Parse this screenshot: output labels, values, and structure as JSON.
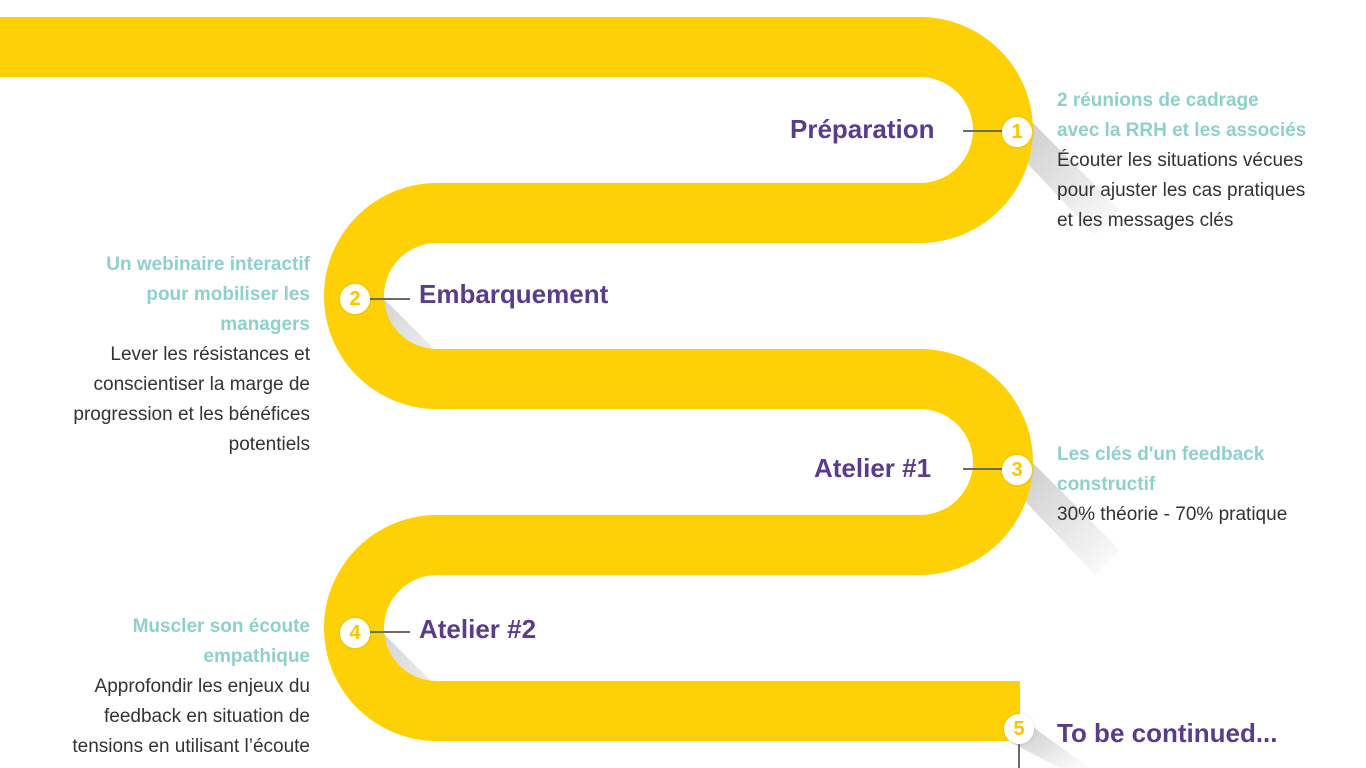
{
  "colors": {
    "road": "#fdd106",
    "title": "#5b3c8c",
    "heading": "#8ed0cc",
    "body": "#333333",
    "number": "#fcc500"
  },
  "steps": [
    {
      "number": "1",
      "title": "Préparation",
      "heading_lines": [
        "2 réunions de cadrage",
        "avec la RRH et les associés"
      ],
      "body_lines": [
        "Écouter les situations vécues",
        "pour ajuster les cas pratiques",
        "et les messages clés"
      ]
    },
    {
      "number": "2",
      "title": "Embarquement",
      "heading_lines": [
        "Un webinaire interactif",
        "pour mobiliser les",
        "managers"
      ],
      "body_lines": [
        "Lever les résistances et",
        "conscientiser la marge de",
        "progression et les bénéfices",
        "potentiels"
      ]
    },
    {
      "number": "3",
      "title": "Atelier #1",
      "heading_lines": [
        "Les clés d'un feedback",
        "constructif"
      ],
      "body_lines": [
        "30% théorie - 70% pratique"
      ]
    },
    {
      "number": "4",
      "title": "Atelier #2",
      "heading_lines": [
        "Muscler son écoute",
        "empathique"
      ],
      "body_lines": [
        "Approfondir les enjeux du",
        "feedback en situation de",
        "tensions en utilisant l’écoute"
      ]
    },
    {
      "number": "5",
      "title": "To be continued...",
      "heading_lines": [],
      "body_lines": []
    }
  ]
}
